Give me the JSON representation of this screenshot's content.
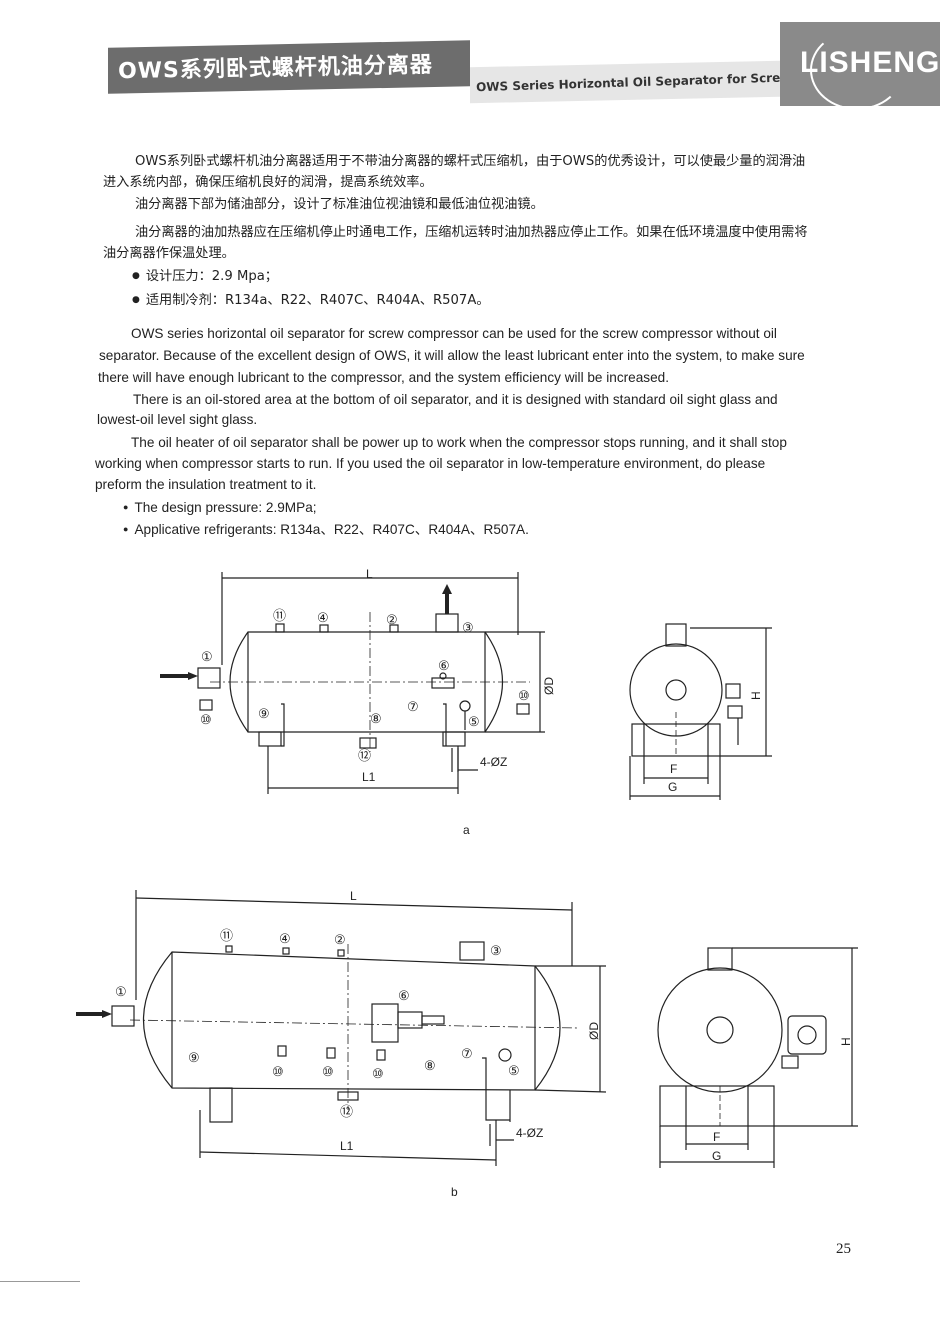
{
  "header": {
    "title_cn": "OWS系列卧式螺杆机油分离器",
    "title_en": "OWS Series Horizontal Oil Separator for Screw Compressor",
    "logo": "LISHENG"
  },
  "chinese": {
    "p1_line1": "OWS系列卧式螺杆机油分离器适用于不带油分离器的螺杆式压缩机，由于OWS的优秀设计，可以使最少量的润滑油",
    "p1_line2": "进入系统内部，确保压缩机良好的润滑，提高系统效率。",
    "p2": "油分离器下部为储油部分，设计了标准油位视油镜和最低油位视油镜。",
    "p3_line1": "油分离器的油加热器应在压缩机停止时通电工作，压缩机运转时油加热器应停止工作。如果在低环境温度中使用需将",
    "p3_line2": "油分离器作保温处理。",
    "bullet1": "设计压力：2.9 Mpa；",
    "bullet2": "适用制冷剂：R134a、R22、R407C、R404A、R507A。"
  },
  "english": {
    "p1_line1": "OWS series horizontal oil separator for screw compressor can be used for the screw compressor without oil",
    "p1_line2": "separator. Because of the excellent design of OWS, it will allow the least lubricant enter into the system, to make sure",
    "p1_line3": "there will have enough lubricant to the compressor, and the system efficiency will be increased.",
    "p2_line1": "There is an oil-stored area at the bottom of oil separator, and it is designed with standard oil sight glass and",
    "p2_line2": "lowest-oil level sight glass.",
    "p3_line1": "The oil heater of oil separator shall be power up to work when the compressor stops running, and it shall stop",
    "p3_line2": "working when compressor starts to run. If you used the oil separator in low-temperature environment, do please",
    "p3_line3": "preform the insulation treatment to it.",
    "bullet1": "The design pressure: 2.9MPa;",
    "bullet2": "Applicative refrigerants: R134a、R22、R407C、R404A、R507A."
  },
  "diagram_a": {
    "caption": "a",
    "dim_L": "L",
    "dim_L1": "L1",
    "dim_D": "ØD",
    "dim_Z": "4-ØZ",
    "dim_H": "H",
    "dim_F": "F",
    "dim_G": "G",
    "n1": "①",
    "n2": "②",
    "n3": "③",
    "n4": "④",
    "n5": "⑤",
    "n6": "⑥",
    "n7": "⑦",
    "n8": "⑧",
    "n9": "⑨",
    "n10": "⑩",
    "n11": "⑪",
    "n12": "⑫"
  },
  "diagram_b": {
    "caption": "b",
    "dim_L": "L",
    "dim_L1": "L1",
    "dim_D": "ØD",
    "dim_Z": "4-ØZ",
    "dim_H": "H",
    "dim_F": "F",
    "dim_G": "G",
    "n1": "①",
    "n2": "②",
    "n3": "③",
    "n4": "④",
    "n5": "⑤",
    "n6": "⑥",
    "n7": "⑦",
    "n8": "⑧",
    "n9": "⑨",
    "n10": "⑩",
    "n11": "⑪",
    "n12": "⑫"
  },
  "page_number": "25"
}
